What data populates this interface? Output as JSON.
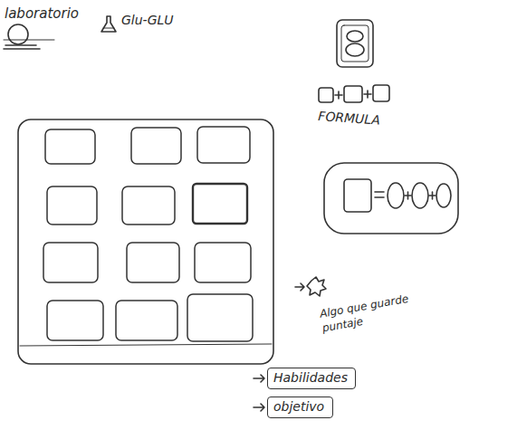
{
  "diagram": {
    "nodes": [
      {
        "text": [
          "Habilidades"
        ]
      },
      {
        "text": [
          "objetivo"
        ]
      }
    ],
    "labels": [
      "laboratorio",
      "Glu-GLU",
      "FORMULA",
      "Algo que guarde puntaje"
    ]
  }
}
